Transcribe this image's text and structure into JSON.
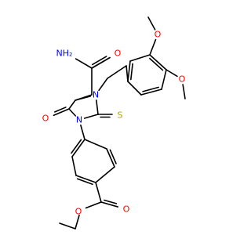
{
  "molecule": {
    "atom_labels": [
      {
        "id": "nh2",
        "text": "NH₂",
        "element": "N"
      },
      {
        "id": "o_amide",
        "text": "O",
        "element": "O"
      },
      {
        "id": "n3",
        "text": "N",
        "element": "N"
      },
      {
        "id": "n1",
        "text": "N",
        "element": "N"
      },
      {
        "id": "o_ring",
        "text": "O",
        "element": "O"
      },
      {
        "id": "s_thione",
        "text": "S",
        "element": "S"
      },
      {
        "id": "o_ome4",
        "text": "O",
        "element": "O"
      },
      {
        "id": "o_ome3",
        "text": "O",
        "element": "O"
      },
      {
        "id": "o_ester_carbonyl",
        "text": "O",
        "element": "O"
      },
      {
        "id": "o_ester",
        "text": "O",
        "element": "O"
      }
    ]
  },
  "colors": {
    "bond": "#000000",
    "N": "#0000ff",
    "O": "#ff0000",
    "S": "#b3a400",
    "background": "#ffffff"
  }
}
